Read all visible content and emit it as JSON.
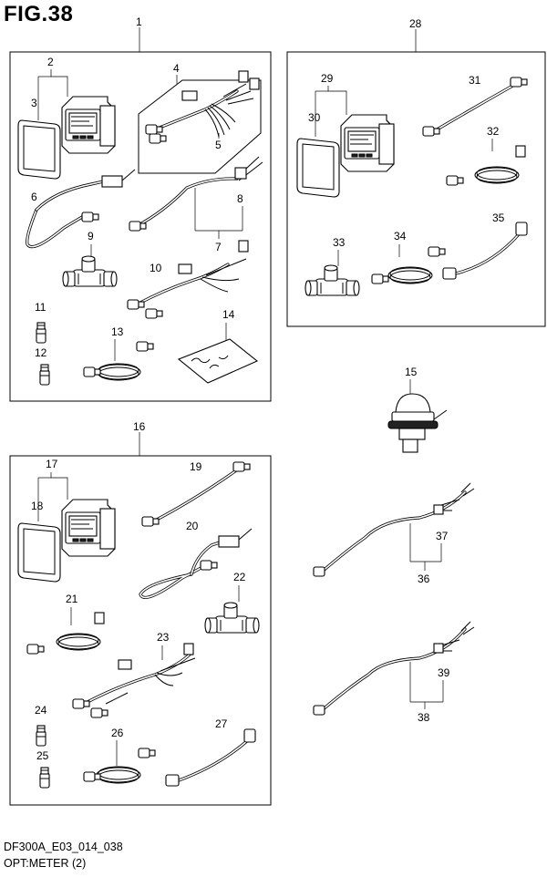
{
  "figure": {
    "title": "FIG.38",
    "code": "DF300A_E03_014_038",
    "caption": "OPT:METER (2)"
  },
  "callouts": [
    "1",
    "2",
    "3",
    "4",
    "5",
    "6",
    "7",
    "8",
    "9",
    "10",
    "11",
    "12",
    "13",
    "14",
    "15",
    "16",
    "17",
    "18",
    "19",
    "20",
    "21",
    "22",
    "23",
    "24",
    "25",
    "26",
    "27",
    "28",
    "29",
    "30",
    "31",
    "32",
    "33",
    "34",
    "35",
    "36",
    "37",
    "38",
    "39"
  ]
}
